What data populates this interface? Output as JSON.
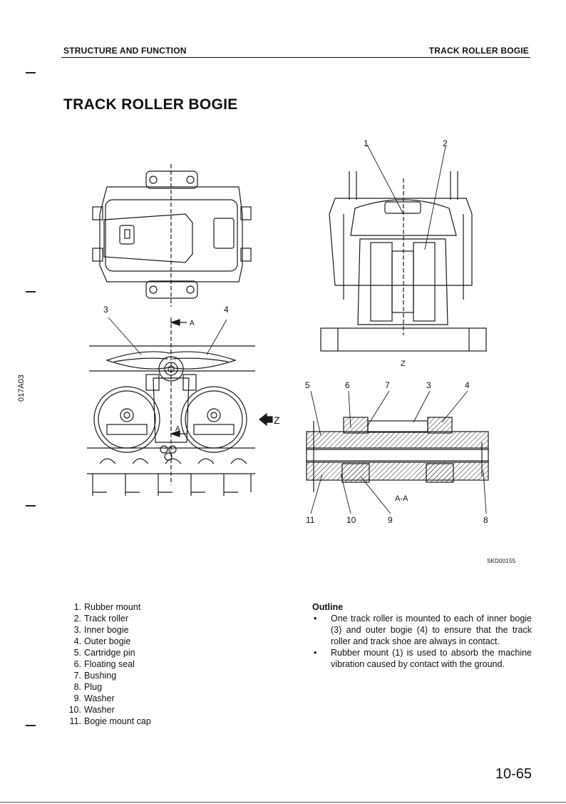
{
  "header": {
    "left": "STRUCTURE AND FUNCTION",
    "right": "TRACK ROLLER BOGIE"
  },
  "title": "TRACK ROLLER BOGIE",
  "side_code": "017A03",
  "figure": {
    "callouts": [
      "1",
      "2",
      "3",
      "4",
      "5",
      "6",
      "7",
      "3",
      "4",
      "11",
      "10",
      "9",
      "8"
    ],
    "view_z_label": "Z",
    "arrow_z_label": "Z",
    "section_label": "A-A",
    "section_a_top": "A",
    "section_a_bottom": "A",
    "code": "SKD00155"
  },
  "parts": [
    {
      "num": "1.",
      "name": "Rubber mount"
    },
    {
      "num": "2.",
      "name": "Track roller"
    },
    {
      "num": "3.",
      "name": "Inner bogie"
    },
    {
      "num": "4.",
      "name": "Outer bogie"
    },
    {
      "num": "5.",
      "name": "Cartridge pin"
    },
    {
      "num": "6.",
      "name": "Floating seal"
    },
    {
      "num": "7.",
      "name": "Bushing"
    },
    {
      "num": "8.",
      "name": "Plug"
    },
    {
      "num": "9.",
      "name": "Washer"
    },
    {
      "num": "10.",
      "name": "Washer"
    },
    {
      "num": "11.",
      "name": "Bogie mount cap"
    }
  ],
  "outline": {
    "heading": "Outline",
    "bullets": [
      "One track roller is mounted to each of inner bogie (3) and outer bogie (4) to ensure that the track roller and track shoe are always in contact.",
      "Rubber mount (1) is used to absorb the machine vibration caused by contact with the ground."
    ],
    "bullet_symbol": "•"
  },
  "page_number": "10-65"
}
